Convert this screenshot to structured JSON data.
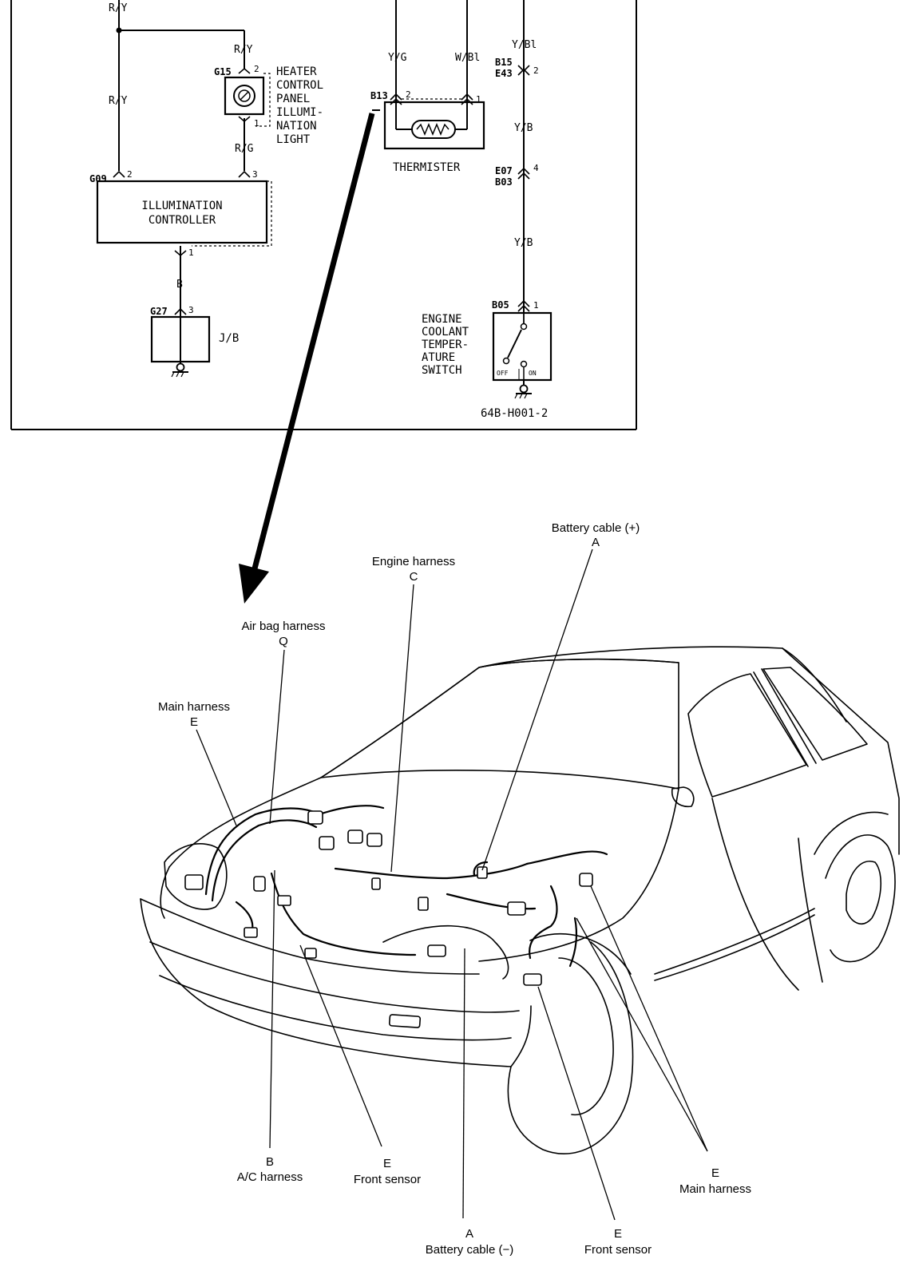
{
  "schematic": {
    "wires": {
      "ry_top": "R/Y",
      "ry_branch": "R/Y",
      "ry_left": "R/Y",
      "rg": "R/G",
      "b": "B",
      "yg": "Y/G",
      "wbl": "W/Bl",
      "ybl": "Y/Bl",
      "yb_1": "Y/B",
      "yb_2": "Y/B"
    },
    "connectors": {
      "g15": "G15",
      "g15_pin2": "2",
      "g15_pin1": "1",
      "g09": "G09",
      "g09_pin2": "2",
      "g09_pin3": "3",
      "ic_pin1": "1",
      "g27": "G27",
      "g27_pin3": "3",
      "b13": "B13",
      "b13_pin2": "2",
      "b13_pin1": "1",
      "b15": "B15",
      "e43": "E43",
      "b15_pin2": "2",
      "e07": "E07",
      "b03": "B03",
      "e07_pin4": "4",
      "b05": "B05",
      "b05_pin1": "1"
    },
    "components": {
      "heater_label": [
        "HEATER",
        "CONTROL",
        "PANEL",
        "ILLUMI-",
        "NATION",
        "LIGHT"
      ],
      "illumination_controller": [
        "ILLUMINATION",
        "CONTROLLER"
      ],
      "jb": "J/B",
      "thermister": "THERMISTER",
      "ect_switch": [
        "ENGINE",
        "COOLANT",
        "TEMPER-",
        "ATURE",
        "SWITCH"
      ],
      "sw_off": "OFF",
      "sw_on": "ON"
    },
    "figure_code": "64B-H001-2"
  },
  "harness": {
    "battery_pos": {
      "name": "Battery cable (+)",
      "letter": "A"
    },
    "engine": {
      "name": "Engine harness",
      "letter": "C"
    },
    "airbag": {
      "name": "Air bag harness",
      "letter": "Q"
    },
    "main_left": {
      "name": "Main harness",
      "letter": "E"
    },
    "ac": {
      "letter": "B",
      "name": "A/C harness"
    },
    "front_sensor_1": {
      "letter": "E",
      "name": "Front sensor"
    },
    "battery_neg": {
      "letter": "A",
      "name": "Battery cable (−)"
    },
    "front_sensor_2": {
      "letter": "E",
      "name": "Front sensor"
    },
    "main_right": {
      "letter": "E",
      "name": "Main harness"
    }
  }
}
